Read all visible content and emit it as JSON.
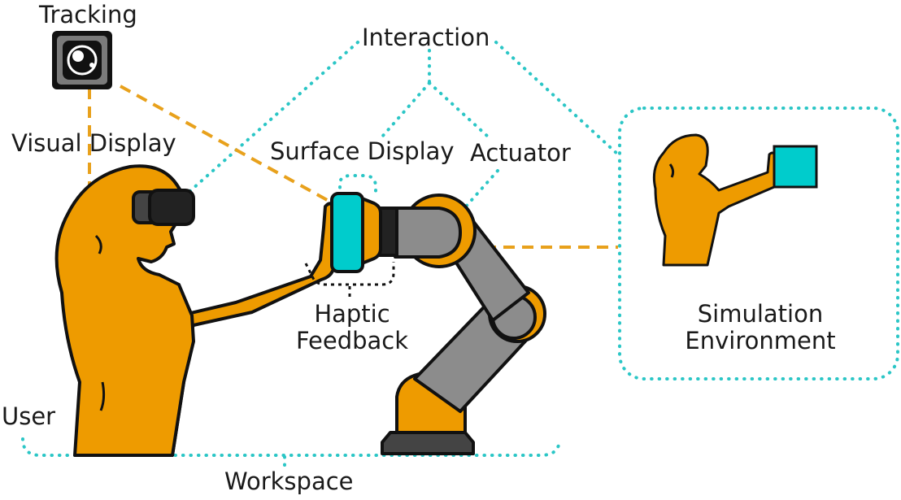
{
  "labels": {
    "tracking": "Tracking",
    "interaction": "Interaction",
    "visual_display": "Visual Display",
    "surface_display": "Surface Display",
    "actuator": "Actuator",
    "haptic_line1": "Haptic",
    "haptic_line2": "Feedback",
    "simulation_line1": "Simulation",
    "simulation_line2": "Environment",
    "user": "User",
    "workspace": "Workspace"
  },
  "icons": {
    "tracking": "tracking-camera-icon",
    "user": "user-figure-icon",
    "headset": "vr-headset-icon",
    "robot": "robot-arm-icon",
    "surface": "surface-display-icon",
    "virtual_user": "virtual-user-figure-icon",
    "virtual_cube": "virtual-cube-icon"
  },
  "colors": {
    "figure": "#EE9B00",
    "outline": "#111111",
    "cyan": "#00CCCC",
    "dotted_cyan": "#2BC6C6",
    "dashed_orange": "#E8A11C",
    "robot_gray": "#8C8C8C",
    "headset": "#2A2A2A",
    "camera_gray": "#7A7A7A"
  }
}
